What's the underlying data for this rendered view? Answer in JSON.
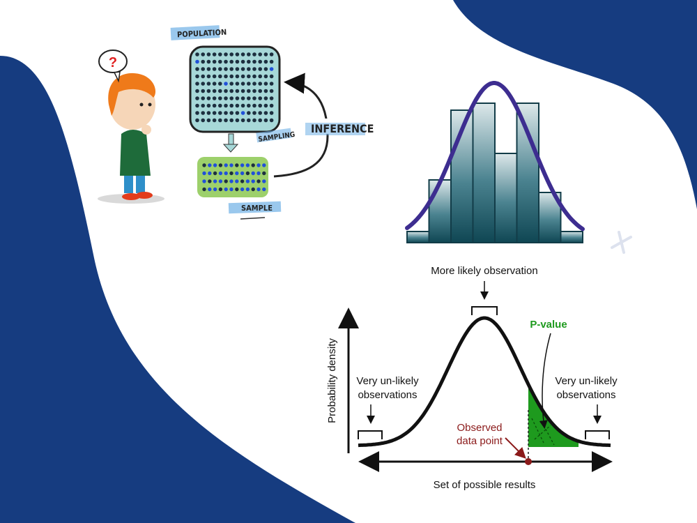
{
  "colors": {
    "navy": "#163c80",
    "population_box": "#a7d8d8",
    "sample_box": "#9dd06b",
    "dot": "#1d2f3f",
    "dot_highlight": "#2150d8",
    "marker_blue": "#6fb1e6",
    "histogram_fill_top": "#dde8ea",
    "histogram_fill_bottom": "#0f4653",
    "bell_overlay": "#3d2d90",
    "pvalue_green": "#1e9a1e",
    "observed_red": "#8b1a1a"
  },
  "inference_diagram": {
    "question_mark": "?",
    "population_label": "POPULATION",
    "sampling_label": "SAMPLING",
    "inference_label": "INFERENCE",
    "sample_label": "SAMPLE"
  },
  "histogram": {
    "bars": [
      0.08,
      0.45,
      0.95,
      1.0,
      0.64,
      1.0,
      0.36,
      0.08
    ],
    "curve_type": "normal"
  },
  "pvalue_diagram": {
    "top_label": "More likely observation",
    "y_axis_label": "Probability density",
    "x_axis_label": "Set of possible results",
    "left_tail_label": [
      "Very un-likely",
      "observations"
    ],
    "right_tail_label": [
      "Very un-likely",
      "observations"
    ],
    "pvalue_label": "P-value",
    "observed_label": [
      "Observed",
      "data point"
    ]
  }
}
